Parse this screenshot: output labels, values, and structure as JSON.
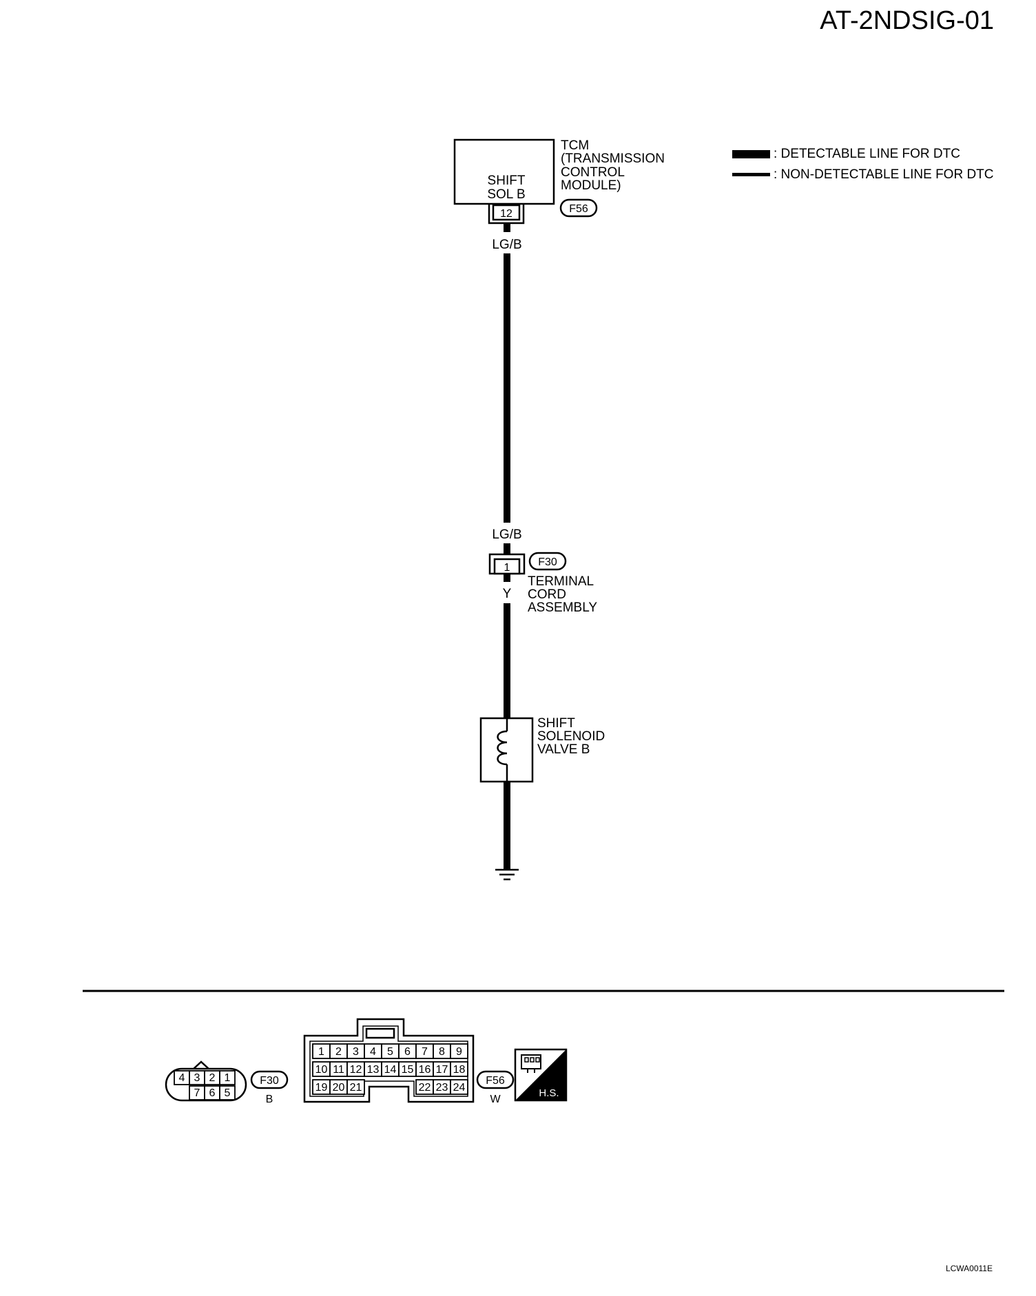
{
  "page": {
    "title": "AT-2NDSIG-01",
    "figure_code": "LCWA0011E"
  },
  "legend": {
    "detectable": ": DETECTABLE LINE FOR DTC",
    "non_detectable": ": NON-DETECTABLE LINE FOR DTC"
  },
  "tcm": {
    "name_lines": [
      "TCM",
      "(TRANSMISSION",
      "CONTROL",
      "MODULE)"
    ],
    "inner_lines": [
      "SHIFT",
      "SOL B"
    ],
    "pin": "12",
    "connector": "F56"
  },
  "wires": {
    "top_color": "LG/B",
    "mid_color": "LG/B",
    "bottom_color": "Y"
  },
  "terminal_cord": {
    "pin": "1",
    "connector": "F30",
    "name_lines": [
      "TERMINAL",
      "CORD",
      "ASSEMBLY"
    ]
  },
  "solenoid": {
    "name_lines": [
      "SHIFT",
      "SOLENOID",
      "VALVE B"
    ]
  },
  "connectors": {
    "f30": {
      "id": "F30",
      "color": "B",
      "top_row": [
        "4",
        "3",
        "2",
        "1"
      ],
      "bottom_row": [
        "7",
        "6",
        "5"
      ]
    },
    "f56": {
      "id": "F56",
      "color": "W",
      "row1": [
        "1",
        "2",
        "3",
        "4",
        "5",
        "6",
        "7",
        "8",
        "9"
      ],
      "row2": [
        "10",
        "11",
        "12",
        "13",
        "14",
        "15",
        "16",
        "17",
        "18"
      ],
      "row3_left": [
        "19",
        "20",
        "21"
      ],
      "row3_right": [
        "22",
        "23",
        "24"
      ]
    },
    "hs_badge": "H.S."
  }
}
